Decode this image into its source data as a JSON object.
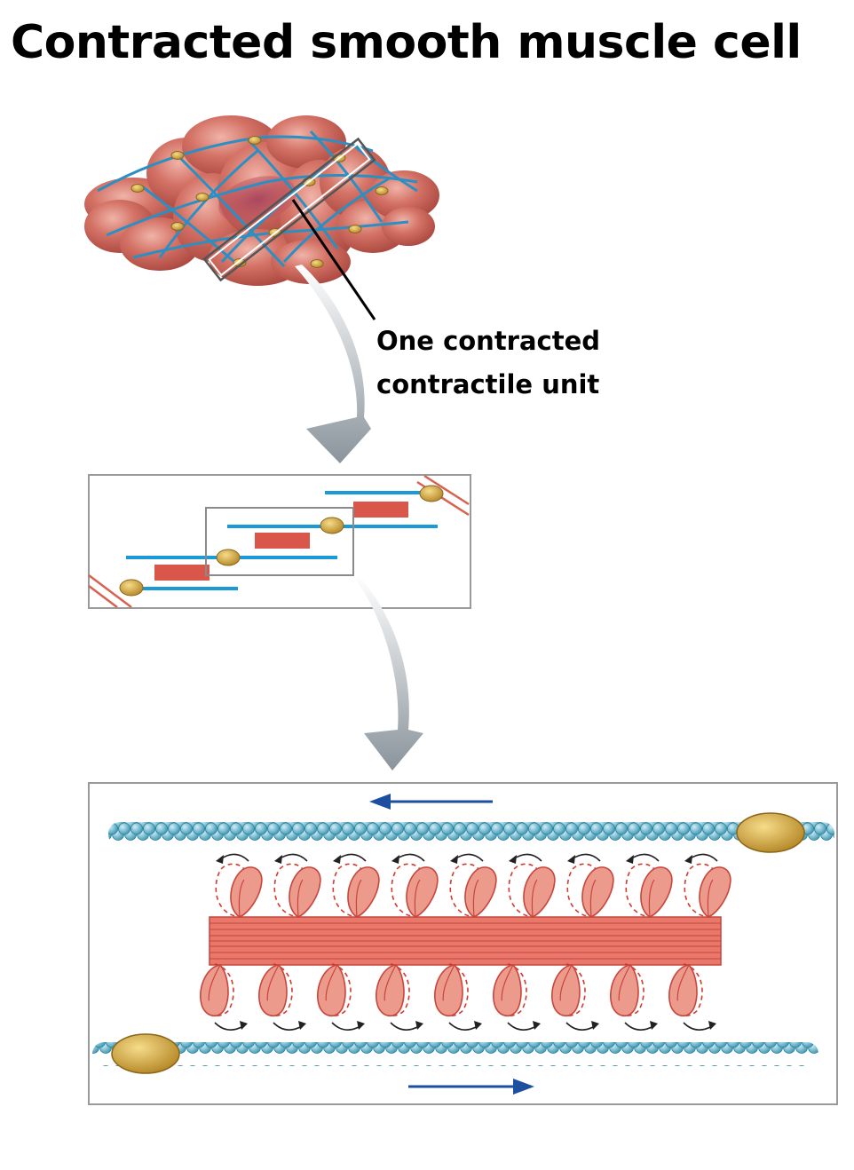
{
  "title": "Contracted smooth muscle cell",
  "callout": {
    "line1": "One contracted",
    "line2": "contractile unit"
  },
  "colors": {
    "cell_body": "#c65a50",
    "actin_filament": "#1a9ad6",
    "dense_body": "#d4a642",
    "myosin": "#d9574a",
    "actin_bead": "#6ec3d8",
    "direction_arrow": "#1c4fa0",
    "panel_border": "#9a9a9a"
  },
  "icons": {
    "flow_arrow": "gray-curved-arrow-down",
    "direction_left": "arrow-left-icon",
    "direction_right": "arrow-right-icon"
  }
}
